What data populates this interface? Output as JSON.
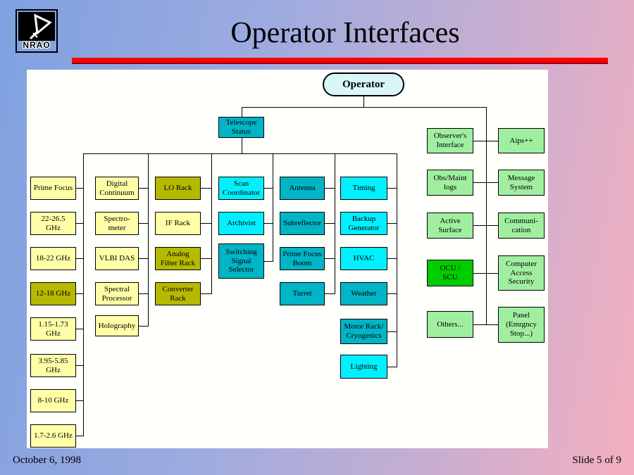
{
  "slide": {
    "title": "Operator Interfaces",
    "date": "October 6, 1998",
    "slide_number": "Slide 5 of 9",
    "logo_text": "NRAO"
  },
  "colors": {
    "pale_yellow": "#FFFFA8",
    "olive": "#B5B900",
    "bright_cyan": "#00F0FF",
    "teal": "#00B5C5",
    "pale_green": "#A0EFA0",
    "bright_green": "#00CC00",
    "oval_fill": "#D9F6F8",
    "accent_red": "#FF0000"
  },
  "diagram": {
    "root": "Operator",
    "nodes": {
      "telescope_status": "Telescope\nStatus",
      "prime_focus": "Prime Focus",
      "ghz_22_26_5": "22-26.5\nGHz",
      "ghz_18_22": "18-22 GHz",
      "ghz_12_18": "12-18 GHz",
      "ghz_1_15_1_73": "1.15-1.73\nGHz",
      "ghz_3_95_5_85": "3.95-5.85\nGHz",
      "ghz_8_10": "8-10 GHz",
      "ghz_1_7_2_6": "1.7-2.6 GHz",
      "digital_continuum": "Digital\nContinuum",
      "spectrometer": "Spectro-\nmeter",
      "vlbi_das": "VLBI DAS",
      "spectral_processor": "Spectral\nProcessor",
      "holography": "Holography",
      "lo_rack": "LO Rack",
      "if_rack": "IF Rack",
      "analog_filter_rack": "Analog\nFilter Rack",
      "converter_rack": "Converter\nRack",
      "scan_coordinator": "Scan\nCoordinator",
      "archivist": "Archivist",
      "switching_signal_selector": "Switching\nSignal\nSelector",
      "antenna": "Antenna",
      "subreflector": "Subreflector",
      "prime_focus_boom": "Prime Focus\nBoom",
      "turret": "Turret",
      "timing": "Timing",
      "backup_generator": "Backup\nGenerator",
      "hvac": "HVAC",
      "weather": "Weather",
      "motor_rack_cryogenics": "Motor Rack/\nCryogenics",
      "lighting": "Lighting",
      "observers_interface": "Observer's\nInterface",
      "obs_maint_logs": "Obs/Maint\nlogs",
      "active_surface": "Active\nSurface",
      "ocu_scu": "OCU /\nSCU",
      "others": "Others...",
      "aips": "Aips++",
      "message_system": "Message\nSystem",
      "communication": "Communi-\ncation",
      "computer_access_security": "Computer\nAccess\nSecurity",
      "panel_emergency_stop": "Panel\n(Emrgncy\nStop...)"
    }
  }
}
